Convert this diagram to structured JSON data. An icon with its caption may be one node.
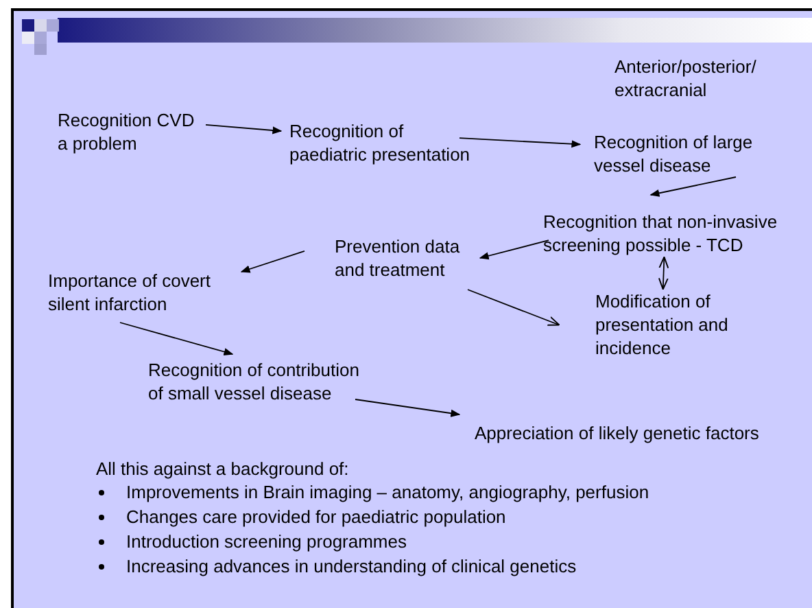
{
  "diagram": {
    "nodes": [
      {
        "text": [
          "Recognition CVD a problem"
        ]
      },
      {
        "text": [
          "Recognition of paediatric presentation"
        ]
      },
      {
        "text": [
          "Recognition of large vessel disease"
        ]
      },
      {
        "text": [
          "Recognition that non-invasive screening possible - TCD"
        ]
      },
      {
        "text": [
          "Prevention data and treatment"
        ]
      },
      {
        "text": [
          "Importance of covert silent infarction"
        ]
      },
      {
        "text": [
          "Modification of presentation and incidence"
        ]
      },
      {
        "text": [
          "Recognition of contribution of small vessel disease"
        ]
      },
      {
        "text": [
          "Appreciation of likely genetic factors"
        ]
      }
    ],
    "edges": [
      {
        "from": 0,
        "to": 1,
        "arrow": "to"
      },
      {
        "from": 1,
        "to": 2,
        "arrow": "to"
      },
      {
        "from": 2,
        "to": 3,
        "arrow": "to"
      },
      {
        "from": 3,
        "to": 4,
        "arrow": "to"
      },
      {
        "from": 4,
        "to": 5,
        "arrow": "to"
      },
      {
        "from": 4,
        "to": 6,
        "arrow": "to"
      },
      {
        "from": 3,
        "to": 6,
        "arrow": "both"
      },
      {
        "from": 5,
        "to": 7,
        "arrow": "to"
      },
      {
        "from": 7,
        "to": 8,
        "arrow": "to"
      }
    ],
    "labels": [
      "Anterior/posterior/ extracranial",
      "All this against a background of:",
      "Improvements in Brain imaging – anatomy, angiography, perfusion",
      "Changes care provided for paediatric population",
      "Introduction screening programmes",
      "Increasing advances in understanding of clinical genetics"
    ]
  }
}
